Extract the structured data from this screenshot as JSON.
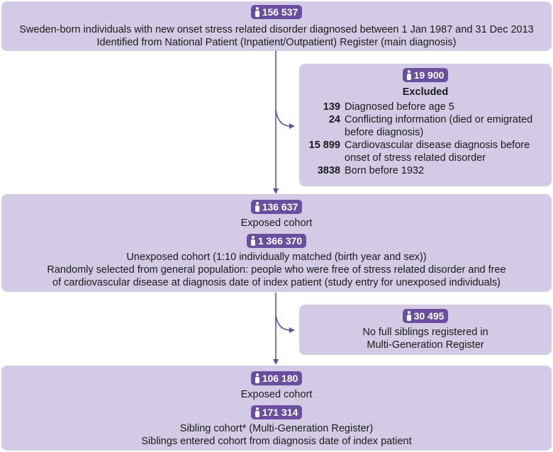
{
  "colors": {
    "box": "#d3cbe6",
    "badge": "#6a4fa1",
    "arrow": "#6a4fa1"
  },
  "box1": {
    "count": "156 537",
    "lines": [
      "Sweden-born individuals with new onset stress related disorder diagnosed between 1 Jan 1987 and 31 Dec 2013",
      "Identified from National Patient (Inpatient/Outpatient) Register (main diagnosis)"
    ]
  },
  "excluded1": {
    "count": "19 900",
    "title": "Excluded",
    "items": [
      {
        "num": "139",
        "text": "Diagnosed before age 5"
      },
      {
        "num": "24",
        "text": "Conflicting information (died or emigrated before diagnosis)"
      },
      {
        "num": "15 899",
        "text": "Cardiovascular disease diagnosis before onset of stress related disorder"
      },
      {
        "num": "3838",
        "text": "Born before 1932"
      }
    ]
  },
  "box2": {
    "exposed_count": "136 637",
    "exposed_label": "Exposed cohort",
    "unexposed_count": "1 366 370",
    "unexposed_lines": [
      "Unexposed cohort (1:10 individually matched (birth year and sex))",
      "Randomly selected from general population: people who were free of stress related disorder and free",
      "of cardiovascular disease at diagnosis date of index patient (study entry for unexposed individuals)"
    ]
  },
  "excluded2": {
    "count": "30 495",
    "lines": [
      "No full siblings registered in",
      "Multi-Generation Register"
    ]
  },
  "box3": {
    "exposed_count": "106 180",
    "exposed_label": "Exposed cohort",
    "sibling_count": "171 314",
    "sibling_lines": [
      "Sibling cohort* (Multi-Generation Register)",
      "Siblings entered cohort from diagnosis date of index patient"
    ]
  }
}
